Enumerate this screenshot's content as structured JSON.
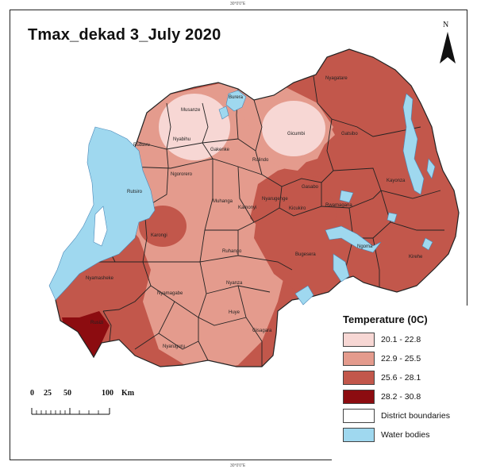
{
  "map": {
    "title": "Tmax_dekad 3_July 2020",
    "north_label": "N",
    "top_tick": "30°0'0\"E",
    "bottom_tick": "30°0'0\"E",
    "colors": {
      "class1": "#f7d7d4",
      "class2": "#e49b8d",
      "class3": "#c2574b",
      "class4": "#8c0c10",
      "water": "#9fd8ef",
      "boundary": "#222222"
    },
    "districts": [
      "Musanze",
      "Burera",
      "Nyabihu",
      "Gakenke",
      "Gicumbi",
      "Nyagatare",
      "Gatsibo",
      "Rubavu",
      "Ngororero",
      "Rulindo",
      "Rutsiro",
      "Muhanga",
      "Kayonza",
      "Gasabo",
      "Nyarugenge",
      "Kicukiro",
      "Rwamagana",
      "Karongi",
      "Kamonyi",
      "Ruhango",
      "Bugesera",
      "Ngoma",
      "Kirehe",
      "Nyamasheke",
      "Nyanza",
      "Nyamagabe",
      "Huye",
      "Gisagara",
      "Rusizi",
      "Nyaruguru"
    ]
  },
  "legend": {
    "title": "Temperature (0C)",
    "items": [
      {
        "label": "20.1 - 22.8",
        "color": "#f7d7d4"
      },
      {
        "label": "22.9 - 25.5",
        "color": "#e49b8d"
      },
      {
        "label": "25.6 - 28.1",
        "color": "#c2574b"
      },
      {
        "label": "28.2 - 30.8",
        "color": "#8c0c10"
      },
      {
        "label": "District boundaries",
        "color": "#ffffff"
      },
      {
        "label": "Water bodies",
        "color": "#9fd8ef"
      }
    ]
  },
  "scale": {
    "labels": [
      "0",
      "25",
      "50",
      "100",
      "Km"
    ]
  }
}
